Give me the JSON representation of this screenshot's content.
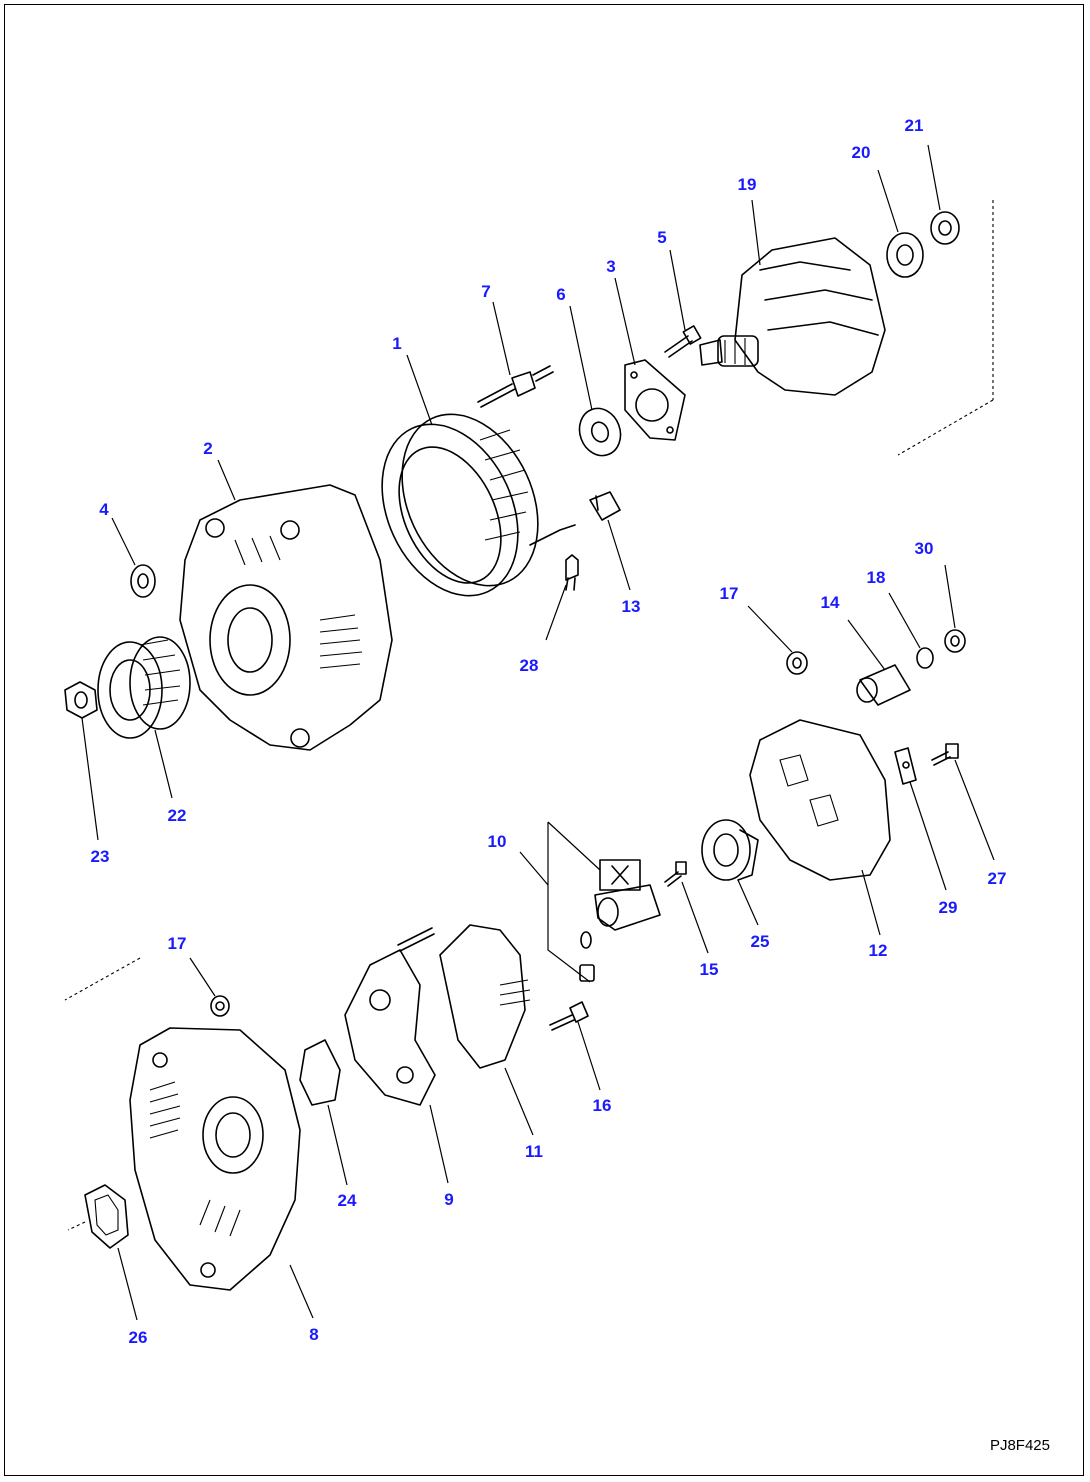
{
  "diagram": {
    "drawing_code": "PJ8F425",
    "callouts": [
      {
        "id": "c1",
        "label": "1"
      },
      {
        "id": "c2",
        "label": "2"
      },
      {
        "id": "c3",
        "label": "3"
      },
      {
        "id": "c4",
        "label": "4"
      },
      {
        "id": "c5",
        "label": "5"
      },
      {
        "id": "c6",
        "label": "6"
      },
      {
        "id": "c7",
        "label": "7"
      },
      {
        "id": "c8",
        "label": "8"
      },
      {
        "id": "c9",
        "label": "9"
      },
      {
        "id": "c10",
        "label": "10"
      },
      {
        "id": "c11",
        "label": "11"
      },
      {
        "id": "c12",
        "label": "12"
      },
      {
        "id": "c13",
        "label": "13"
      },
      {
        "id": "c14",
        "label": "14"
      },
      {
        "id": "c15",
        "label": "15"
      },
      {
        "id": "c16",
        "label": "16"
      },
      {
        "id": "c17a",
        "label": "17"
      },
      {
        "id": "c17b",
        "label": "17"
      },
      {
        "id": "c18",
        "label": "18"
      },
      {
        "id": "c19",
        "label": "19"
      },
      {
        "id": "c20",
        "label": "20"
      },
      {
        "id": "c21",
        "label": "21"
      },
      {
        "id": "c22",
        "label": "22"
      },
      {
        "id": "c23",
        "label": "23"
      },
      {
        "id": "c24",
        "label": "24"
      },
      {
        "id": "c25",
        "label": "25"
      },
      {
        "id": "c26",
        "label": "26"
      },
      {
        "id": "c27",
        "label": "27"
      },
      {
        "id": "c28",
        "label": "28"
      },
      {
        "id": "c29",
        "label": "29"
      },
      {
        "id": "c30",
        "label": "30"
      }
    ]
  }
}
